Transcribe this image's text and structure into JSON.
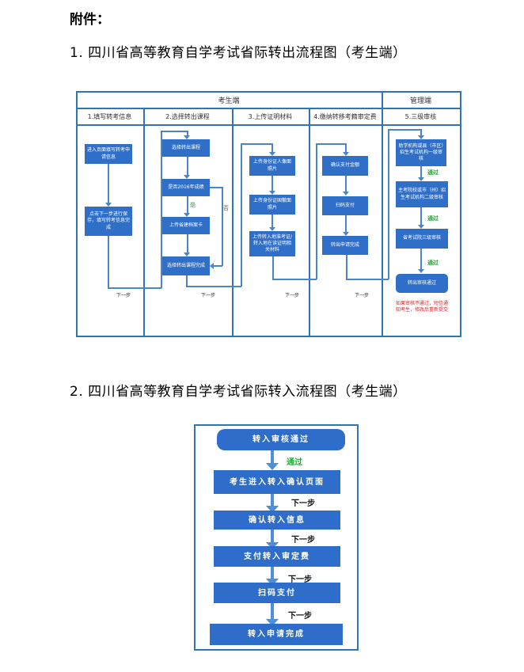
{
  "document": {
    "attachment_label": "附件：",
    "section1_title": "1. 四川省高等教育自学考试省际转出流程图（考生端）",
    "section2_title": "2. 四川省高等教育自学考试省际转入流程图（考生端）"
  },
  "diagram1": {
    "header_candidate": "考生端",
    "header_admin": "管理端",
    "lanes": [
      "1.填写转考信息",
      "2.选择转出课程",
      "3.上传证明材料",
      "4.缴纳转移考籍审定费",
      "5.三级审核"
    ],
    "lane1": {
      "box1": "进入页面填写转考申请信息",
      "box2": "点击下一步进行保存，填写转考信息完成"
    },
    "lane2": {
      "box1": "选择转出课程",
      "box2": "是否2016年成绩",
      "box3": "上传省建档案卡",
      "box4": "选择转出课程完成",
      "yes": "是",
      "no": "否"
    },
    "lane3": {
      "box1": "上传身份证人像面照片",
      "box2": "上传身份证国徽面照片",
      "box3": "上传转入地准考证/转入地在读证明相关材料"
    },
    "lane4": {
      "box1": "确认支付金额",
      "box2": "扫码支付",
      "box3": "转出申请完成"
    },
    "lane5": {
      "box1": "助学机构或县（市区）招生考试机构一级审核",
      "box2": "主考院校或市（州）招生考试机构二级审核",
      "box3": "省考试院三级审核",
      "box4": "转出审核通过",
      "pass1": "通过",
      "pass2": "通过",
      "pass3": "通过",
      "warning": "如果审核不通过，短信通知考生，修改后重新提交"
    },
    "next_step": "下一步"
  },
  "diagram2": {
    "steps": [
      "转入审核通过",
      "考生进入转入确认页面",
      "确认转入信息",
      "支付转入审定费",
      "扫码支付",
      "转入申请完成"
    ],
    "pass_label": "通过",
    "next_step": "下一步"
  }
}
